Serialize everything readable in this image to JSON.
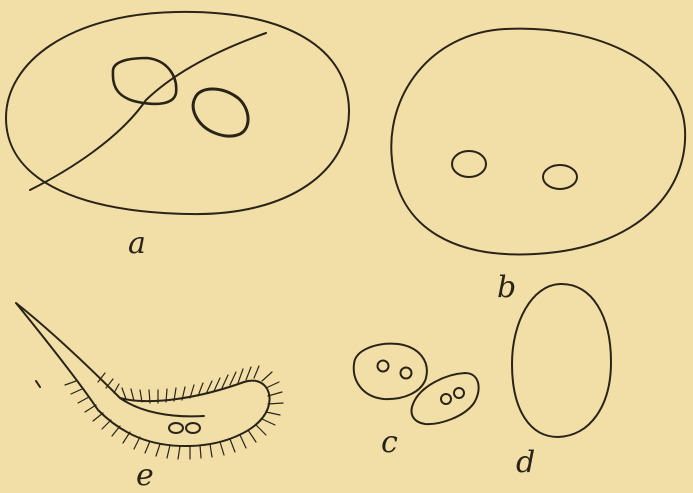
{
  "figure": {
    "labels": {
      "a": "a",
      "b": "b",
      "c": "c",
      "d": "d",
      "e": "e"
    },
    "ink_color": "#2a2418",
    "paper_color": "#f2dfa8"
  }
}
